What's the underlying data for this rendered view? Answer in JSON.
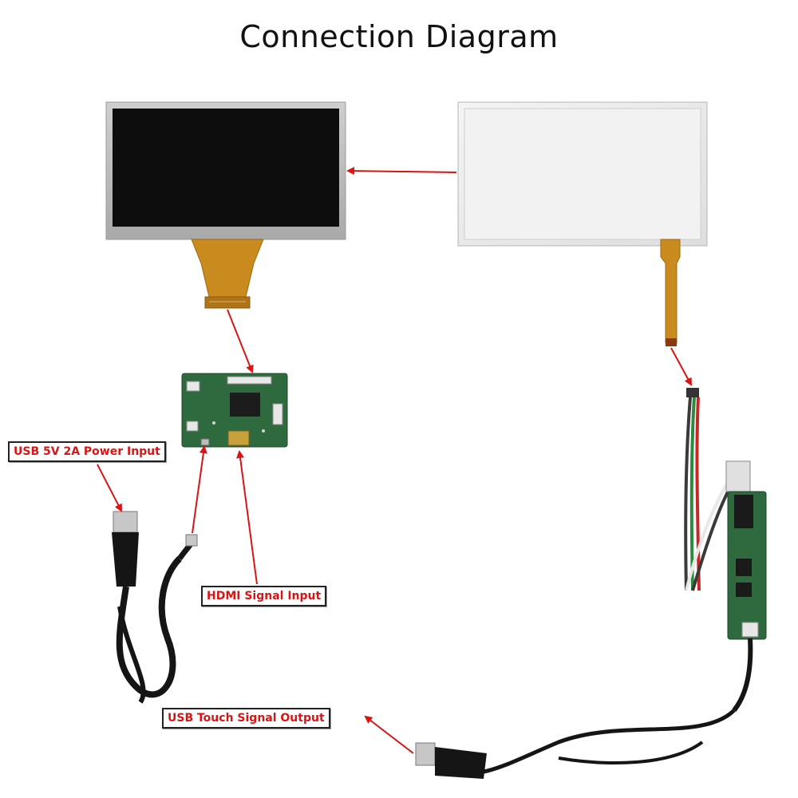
{
  "title": "Connection Diagram",
  "labels": {
    "usb_power": "USB 5V 2A Power Input",
    "hdmi": "HDMI Signal Input",
    "touch_out": "USB Touch Signal Output"
  },
  "colors": {
    "arrow": "#d91414",
    "label_text": "#d91414",
    "pcb_green": "#2f6a3e",
    "lcd_frame": "#bdbdbd",
    "lcd_screen": "#0d0d0d",
    "fpc_orange": "#c98a1e"
  }
}
